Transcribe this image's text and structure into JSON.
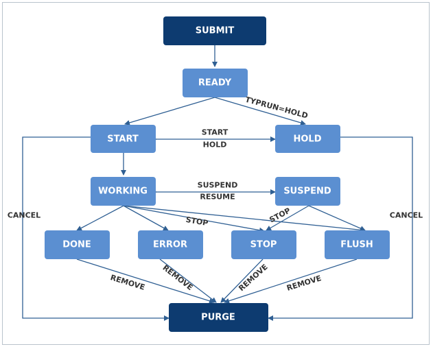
{
  "nodes": {
    "submit": "SUBMIT",
    "ready": "READY",
    "start": "START",
    "hold": "HOLD",
    "working": "WORKING",
    "suspend": "SUSPEND",
    "done": "DONE",
    "error": "ERROR",
    "stop": "STOP",
    "flush": "FLUSH",
    "purge": "PURGE"
  },
  "edge_labels": {
    "typrun_hold": "TYPRUN=HOLD",
    "start_hold_line1": "START",
    "start_hold_line2": "HOLD",
    "suspend_resume_line1": "SUSPEND",
    "suspend_resume_line2": "RESUME",
    "stop_from_working": "STOP",
    "stop_from_suspend": "STOP",
    "remove_done": "REMOVE",
    "remove_error": "REMOVE",
    "remove_stop": "REMOVE",
    "remove_flush": "REMOVE",
    "cancel_left": "CANCEL",
    "cancel_right": "CANCEL"
  },
  "colors": {
    "node_dark": "#0d3b70",
    "node_light": "#5b8fd1",
    "edge": "#2f5f93"
  }
}
